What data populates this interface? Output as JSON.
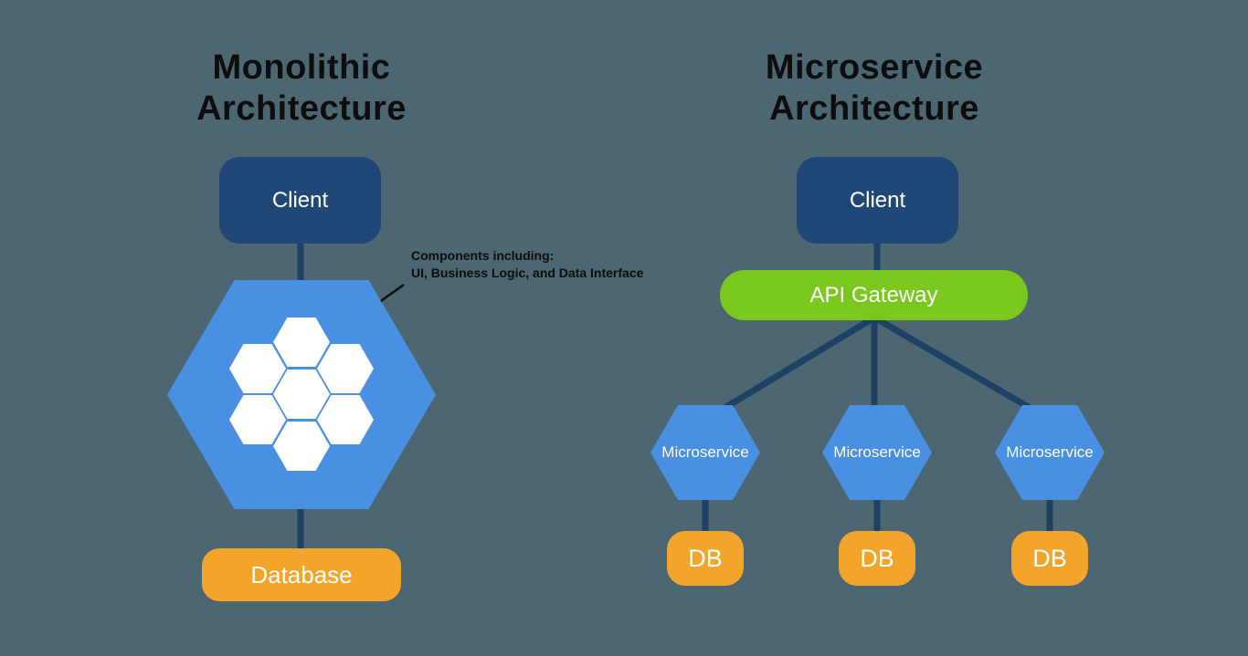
{
  "colors": {
    "background": "#4C6771",
    "node_navy": "#204776",
    "hexagon_blue": "#4A90E2",
    "gateway_green": "#7AC81E",
    "database_orange": "#F3A42B",
    "connector_navy": "#1E4166",
    "title_text": "#0D0D0D",
    "node_text": "#FFFFFF"
  },
  "left_diagram": {
    "title_line1": "Monolithic",
    "title_line2": "Architecture",
    "client_label": "Client",
    "component_hexagons_count": 7,
    "annotation_line1": "Components including:",
    "annotation_line2": "UI, Business Logic, and Data Interface",
    "database_label": "Database"
  },
  "right_diagram": {
    "title_line1": "Microservice",
    "title_line2": "Architecture",
    "client_label": "Client",
    "api_gateway_label": "API Gateway",
    "services": [
      {
        "label": "Microservice",
        "db_label": "DB"
      },
      {
        "label": "Microservice",
        "db_label": "DB"
      },
      {
        "label": "Microservice",
        "db_label": "DB"
      }
    ]
  }
}
